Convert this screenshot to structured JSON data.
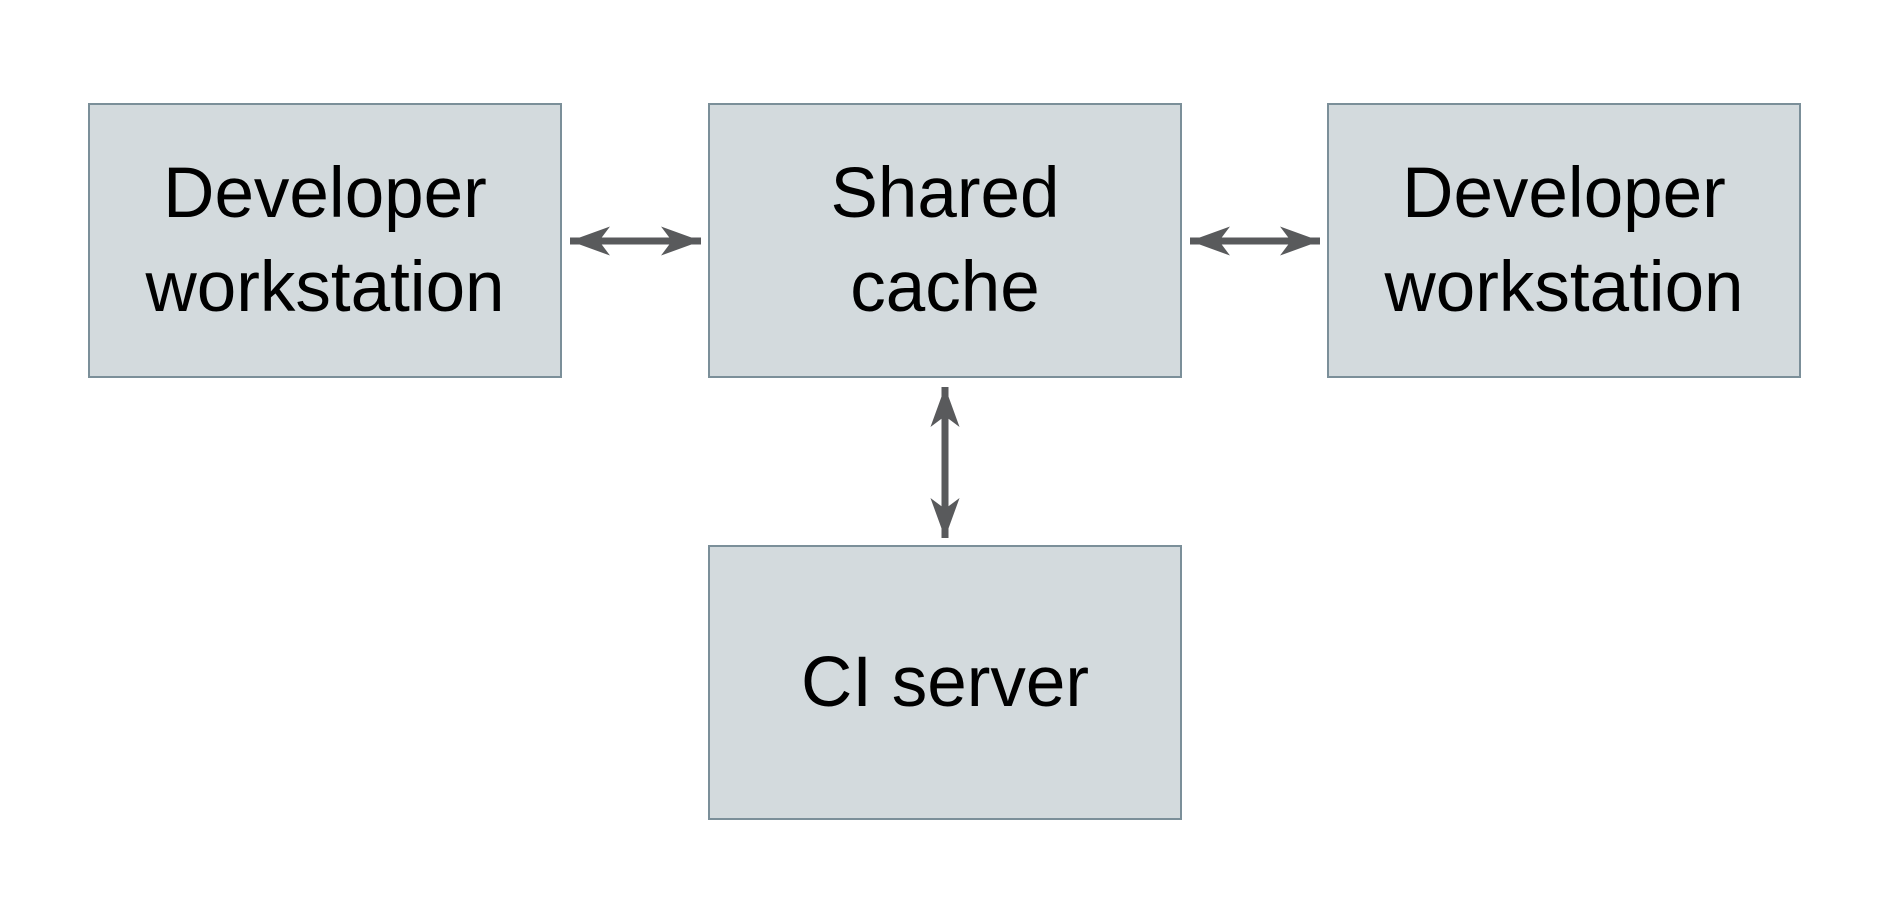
{
  "colors": {
    "box_fill": "#d3dadd",
    "box_border": "#7b8f99",
    "arrow": "#595a5c",
    "background": "#ffffff",
    "text": "#000000"
  },
  "nodes": [
    {
      "id": "developer-workstation-left",
      "label": "Developer\nworkstation"
    },
    {
      "id": "shared-cache",
      "label": "Shared\ncache"
    },
    {
      "id": "developer-workstation-right",
      "label": "Developer\nworkstation"
    },
    {
      "id": "ci-server",
      "label": "CI server"
    }
  ],
  "edges": [
    {
      "from": "developer-workstation-left",
      "to": "shared-cache",
      "direction": "bidirectional"
    },
    {
      "from": "shared-cache",
      "to": "developer-workstation-right",
      "direction": "bidirectional"
    },
    {
      "from": "shared-cache",
      "to": "ci-server",
      "direction": "bidirectional"
    }
  ]
}
